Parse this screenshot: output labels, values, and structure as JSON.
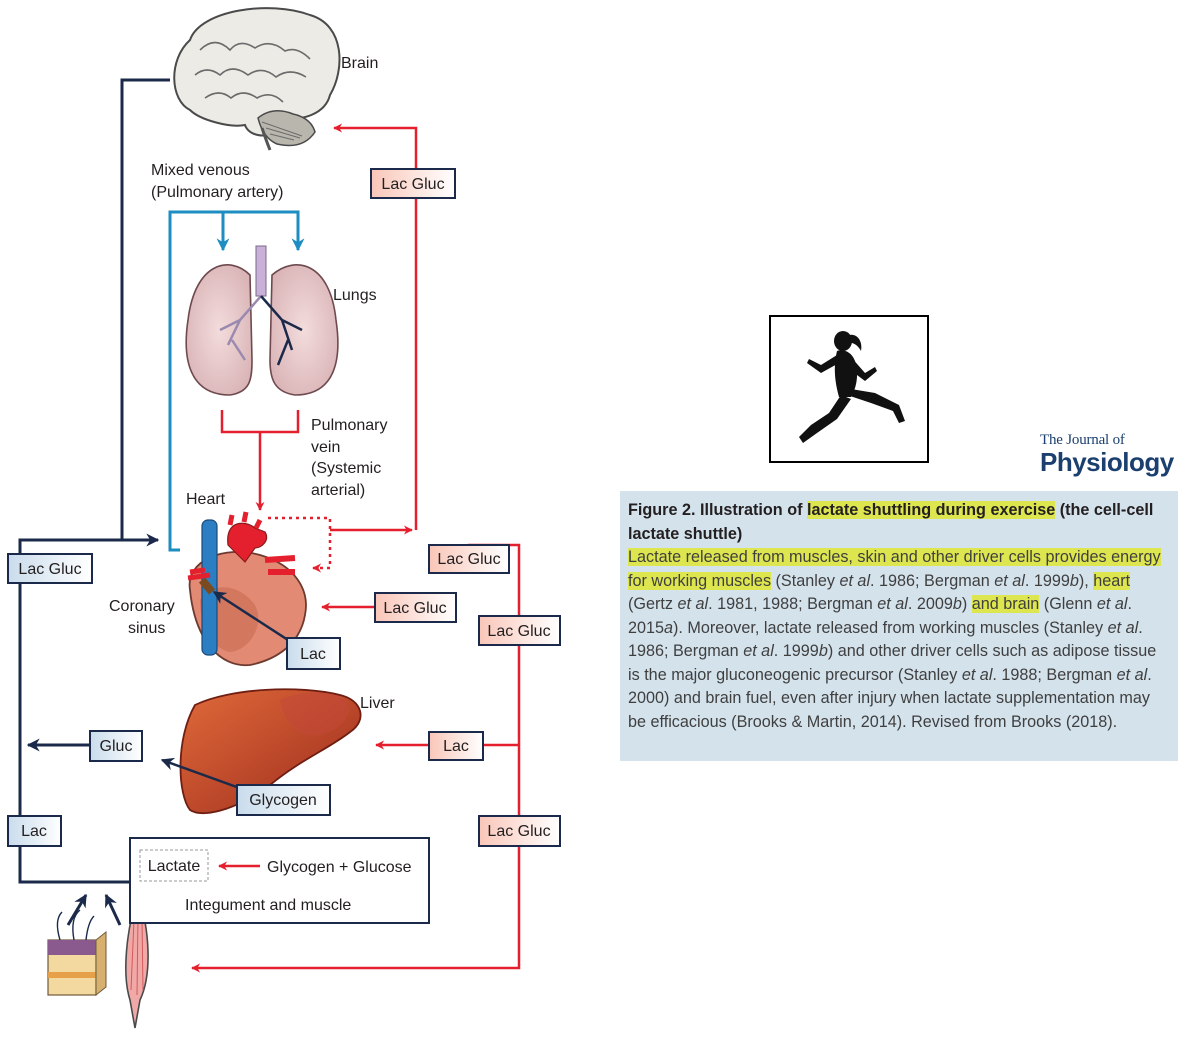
{
  "diagram": {
    "organs": {
      "brain": "Brain",
      "mixed_venous_1": "Mixed venous",
      "mixed_venous_2": "(Pulmonary artery)",
      "lungs": "Lungs",
      "pulmonary_vein_1": "Pulmonary",
      "pulmonary_vein_2": "vein",
      "pulmonary_vein_3": "(Systemic",
      "pulmonary_vein_4": "arterial)",
      "heart": "Heart",
      "coronary_1": "Coronary",
      "coronary_2": "sinus",
      "liver": "Liver",
      "integument": "Integument and muscle"
    },
    "boxes": {
      "brain_in": "Lac Gluc",
      "venous_left": "Lac Gluc",
      "heart_out": "Lac Gluc",
      "heart_in": "Lac Gluc",
      "right_mid": "Lac Gluc",
      "coronary_lac": "Lac",
      "liver_gluc": "Gluc",
      "liver_lac": "Lac",
      "glycogen": "Glycogen",
      "left_lac": "Lac",
      "muscle_in": "Lac Gluc",
      "lactate": "Lactate",
      "glyc_glucose": "Glycogen + Glucose"
    }
  },
  "logo": {
    "line1": "The Journal of",
    "line2": "Physiology"
  },
  "caption": {
    "title_prefix": "Figure 2.  Illustration of ",
    "title_hl": "lactate shuttling during exercise",
    "title_suffix": " (the cell-cell lactate shuttle)",
    "hl1": "Lactate released from muscles, skin and other driver cells provides energy for working muscles",
    "t1a": " (Stanley ",
    "t1b": "et al",
    "t1c": ". 1986; Bergman ",
    "t1d": "et al",
    "t1e": ". 1999",
    "t1f": "b",
    "t1g": "), ",
    "hl2": "heart",
    "t2a": " (Gertz ",
    "t2b": "et al",
    "t2c": ". 1981, 1988; Bergman ",
    "t2d": "et al",
    "t2e": ". 2009",
    "t2f": "b",
    "t2g": ") ",
    "hl3": "and brain",
    "t3a": " (Glenn ",
    "t3b": "et al",
    "t3c": ". 2015",
    "t3d": "a",
    "t3e": "). Moreover, lactate released from working muscles (Stanley ",
    "t3f": "et al",
    "t3g": ". 1986; Bergman ",
    "t3h": "et al",
    "t3i": ". 1999",
    "t3j": "b",
    "t3k": ") and other driver cells such as adipose tissue is the major gluconeogenic precursor (Stanley ",
    "t3l": "et al",
    "t3m": ". 1988; Bergman ",
    "t3n": "et al",
    "t3o": ". 2000) and brain fuel, even after injury when lactate supplementation may be efficacious (Brooks & Martin, 2014). Revised from Brooks (2018)."
  },
  "colors": {
    "red_flow": "#e5202e",
    "navy_flow": "#1b2a4a",
    "blue_flow": "#1e8ec2",
    "caption_bg": "#d4e2ec",
    "highlight": "#dde64f"
  },
  "icons": [
    "brain-icon",
    "lungs-icon",
    "heart-icon",
    "liver-icon",
    "skin-icon",
    "muscle-icon",
    "runner-icon"
  ]
}
